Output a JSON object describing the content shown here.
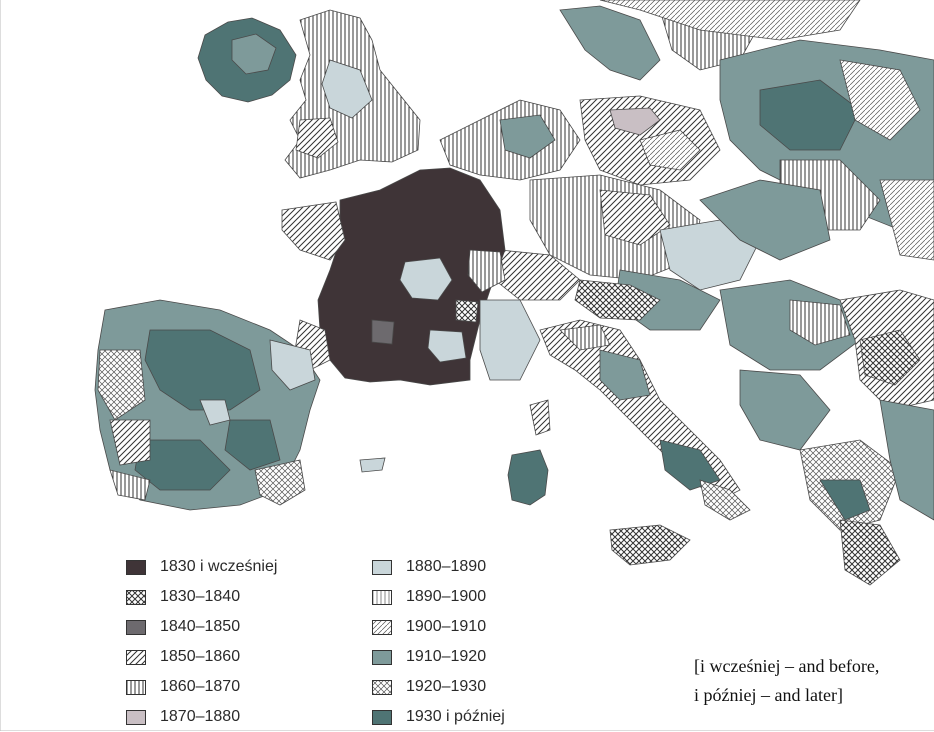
{
  "map": {
    "legend": [
      {
        "key": "p1830",
        "label": "1830 i wcześniej",
        "pattern": "solid-dark"
      },
      {
        "key": "p1840",
        "label": "1830–1840",
        "pattern": "crosshatch"
      },
      {
        "key": "p1850",
        "label": "1840–1850",
        "pattern": "solid-mid"
      },
      {
        "key": "p1860",
        "label": "1850–1860",
        "pattern": "diagonal"
      },
      {
        "key": "p1870",
        "label": "1860–1870",
        "pattern": "vertical"
      },
      {
        "key": "p1880",
        "label": "1870–1880",
        "pattern": "solid-light-mauve"
      },
      {
        "key": "p1890",
        "label": "1880–1890",
        "pattern": "solid-lightblue"
      },
      {
        "key": "p1900",
        "label": "1890–1900",
        "pattern": "vertical-fine"
      },
      {
        "key": "p1910",
        "label": "1900–1910",
        "pattern": "diagonal-fine"
      },
      {
        "key": "p1920",
        "label": "1910–1920",
        "pattern": "solid-teal"
      },
      {
        "key": "p1930",
        "label": "1920–1930",
        "pattern": "crosshatch-light"
      },
      {
        "key": "p1931",
        "label": "1930 i później",
        "pattern": "solid-darkteal"
      }
    ],
    "colors": {
      "solid-dark": "#3f3437",
      "solid-mid": "#6d6a6e",
      "solid-light-mauve": "#c9bfc4",
      "solid-lightblue": "#c9d6da",
      "solid-teal": "#7e9a9a",
      "solid-darkteal": "#4f7474",
      "line": "#4a4a4a",
      "water": "#ffffff"
    },
    "note": {
      "line1": "[i wcześniej – and before,",
      "line2": "i później – and later]"
    }
  }
}
